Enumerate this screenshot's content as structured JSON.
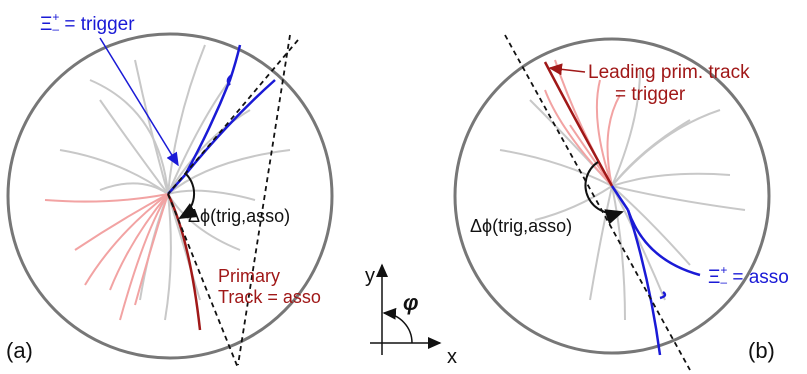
{
  "panel_a": {
    "label": "(a)",
    "xi": "Ξ",
    "xi_sup": "+",
    "xi_sub": "–",
    "trigger_text": " = trigger",
    "delta_phi": "Δϕ(trig,asso)",
    "primary_line1": "Primary",
    "primary_line2": "Track = asso"
  },
  "panel_b": {
    "label": "(b)",
    "leading_line1": "Leading prim. track",
    "leading_line2": "= trigger",
    "delta_phi": "Δϕ(trig,asso)",
    "xi": "Ξ",
    "xi_sup": "+",
    "xi_sub": "–",
    "asso_text": " = asso"
  },
  "axes": {
    "x": "x",
    "y": "y",
    "phi": "φ"
  },
  "colors": {
    "circle": "#777777",
    "gray_track": "#c8c8c8",
    "pink_track": "#f2a3a3",
    "dark_red": "#a01818",
    "blue": "#1a1ad6",
    "black": "#111111"
  }
}
